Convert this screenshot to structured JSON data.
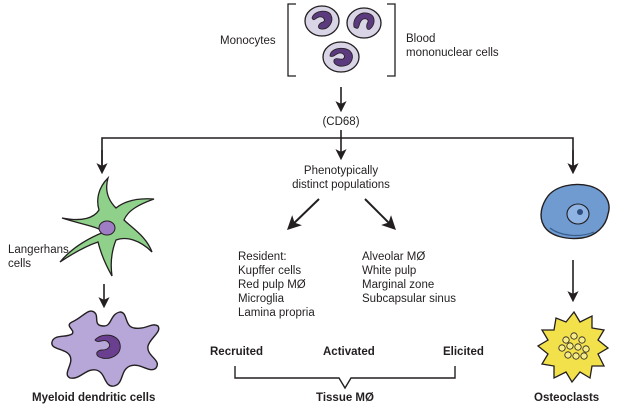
{
  "labels": {
    "monocytes": "Monocytes",
    "blood_line1": "Blood",
    "blood_line2": "mononuclear cells",
    "cd68": "(CD68)",
    "phenotypically_line1": "Phenotypically",
    "phenotypically_line2": "distinct populations",
    "langerhans_line1": "Langerhans",
    "langerhans_line2": "cells",
    "resident_list": [
      "Resident:",
      "Kupffer cells",
      "Red pulp MØ",
      "Microglia",
      "Lamina propria"
    ],
    "alveolar_list": [
      "Alveolar MØ",
      "White pulp",
      "Marginal zone",
      "Subcapsular sinus"
    ],
    "recruited": "Recruited",
    "activated": "Activated",
    "elicited": "Elicited",
    "tissue_mo": "Tissue MØ",
    "myeloid": "Myeloid dendritic cells",
    "osteoclasts": "Osteoclasts"
  },
  "colors": {
    "ink": "#231f20",
    "monocyte_cytoplasm": "#d9d4e6",
    "monocyte_nucleus": "#5b3a7e",
    "langerhans_cell": "#8fd18a",
    "dendritic_cell": "#b7a6d8",
    "dendritic_nucleus": "#6a3f8f",
    "macrophage_cell": "#6f9bd1",
    "osteoclast_cell": "#f2e14a"
  }
}
